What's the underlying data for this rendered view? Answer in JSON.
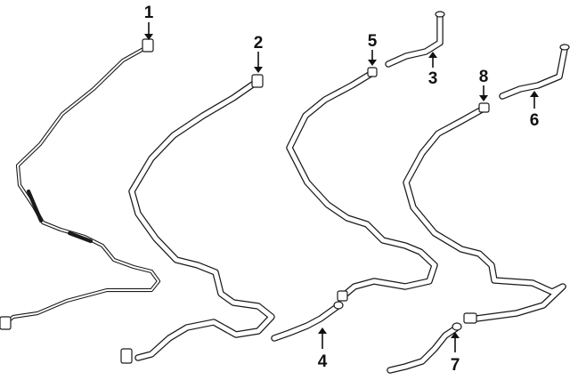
{
  "callouts": [
    {
      "id": 1,
      "label": "1"
    },
    {
      "id": 2,
      "label": "2"
    },
    {
      "id": 3,
      "label": "3"
    },
    {
      "id": 4,
      "label": "4"
    },
    {
      "id": 5,
      "label": "5"
    },
    {
      "id": 6,
      "label": "6"
    },
    {
      "id": 7,
      "label": "7"
    },
    {
      "id": 8,
      "label": "8"
    }
  ],
  "colors": {
    "line": "#1a1a1a",
    "background": "#ffffff"
  }
}
